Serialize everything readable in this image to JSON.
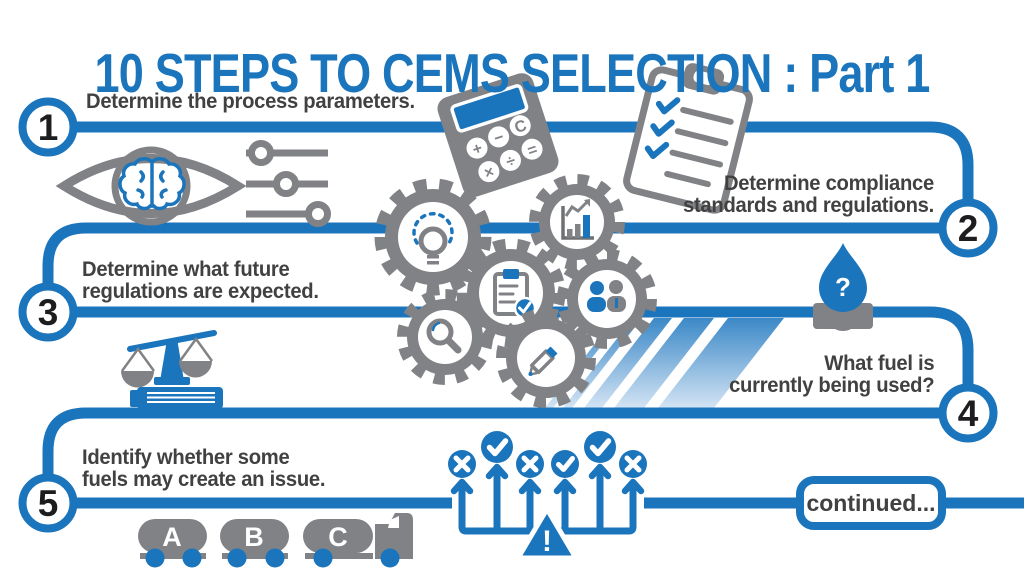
{
  "title": "10 STEPS TO CEMS SELECTION : Part 1",
  "steps": [
    {
      "number": "1",
      "text": "Determine the process parameters."
    },
    {
      "number": "2",
      "text": "Determine compliance\nstandards and regulations."
    },
    {
      "number": "3",
      "text": "Determine what future\nregulations are expected."
    },
    {
      "number": "4",
      "text": "What fuel is\ncurrently being used?"
    },
    {
      "number": "5",
      "text": "Identify whether some\nfuels may create an issue."
    }
  ],
  "continued_label": "continued...",
  "fuel_drop": {
    "symbol": "?"
  },
  "warning": {
    "symbol": "!"
  },
  "truck": {
    "labels": [
      "A",
      "B",
      "C"
    ]
  },
  "calculator": {
    "buttons": [
      "+",
      "−",
      "C",
      "×",
      "÷",
      "="
    ]
  },
  "fuel_checks": [
    "cross",
    "check",
    "cross",
    "check",
    "check",
    "cross"
  ],
  "icons": [
    "eye-brain-icon",
    "sliders-icon",
    "calculator-icon",
    "checklist-clipboard-icon",
    "gear-lightbulb-icon",
    "gear-chart-icon",
    "gear-document-icon",
    "gear-people-icon",
    "gear-magnifier-icon",
    "gear-pencil-icon",
    "fuel-drop-icon",
    "pipe-valve-icon",
    "scales-books-icon",
    "fuel-truck-icon",
    "warning-triangle-icon"
  ],
  "colors": {
    "blue": "#1b75bc",
    "gray": "#808285",
    "text": "#414142",
    "stripe_top": "#3b88c7",
    "stripe_bottom": "#d3e4f4"
  }
}
